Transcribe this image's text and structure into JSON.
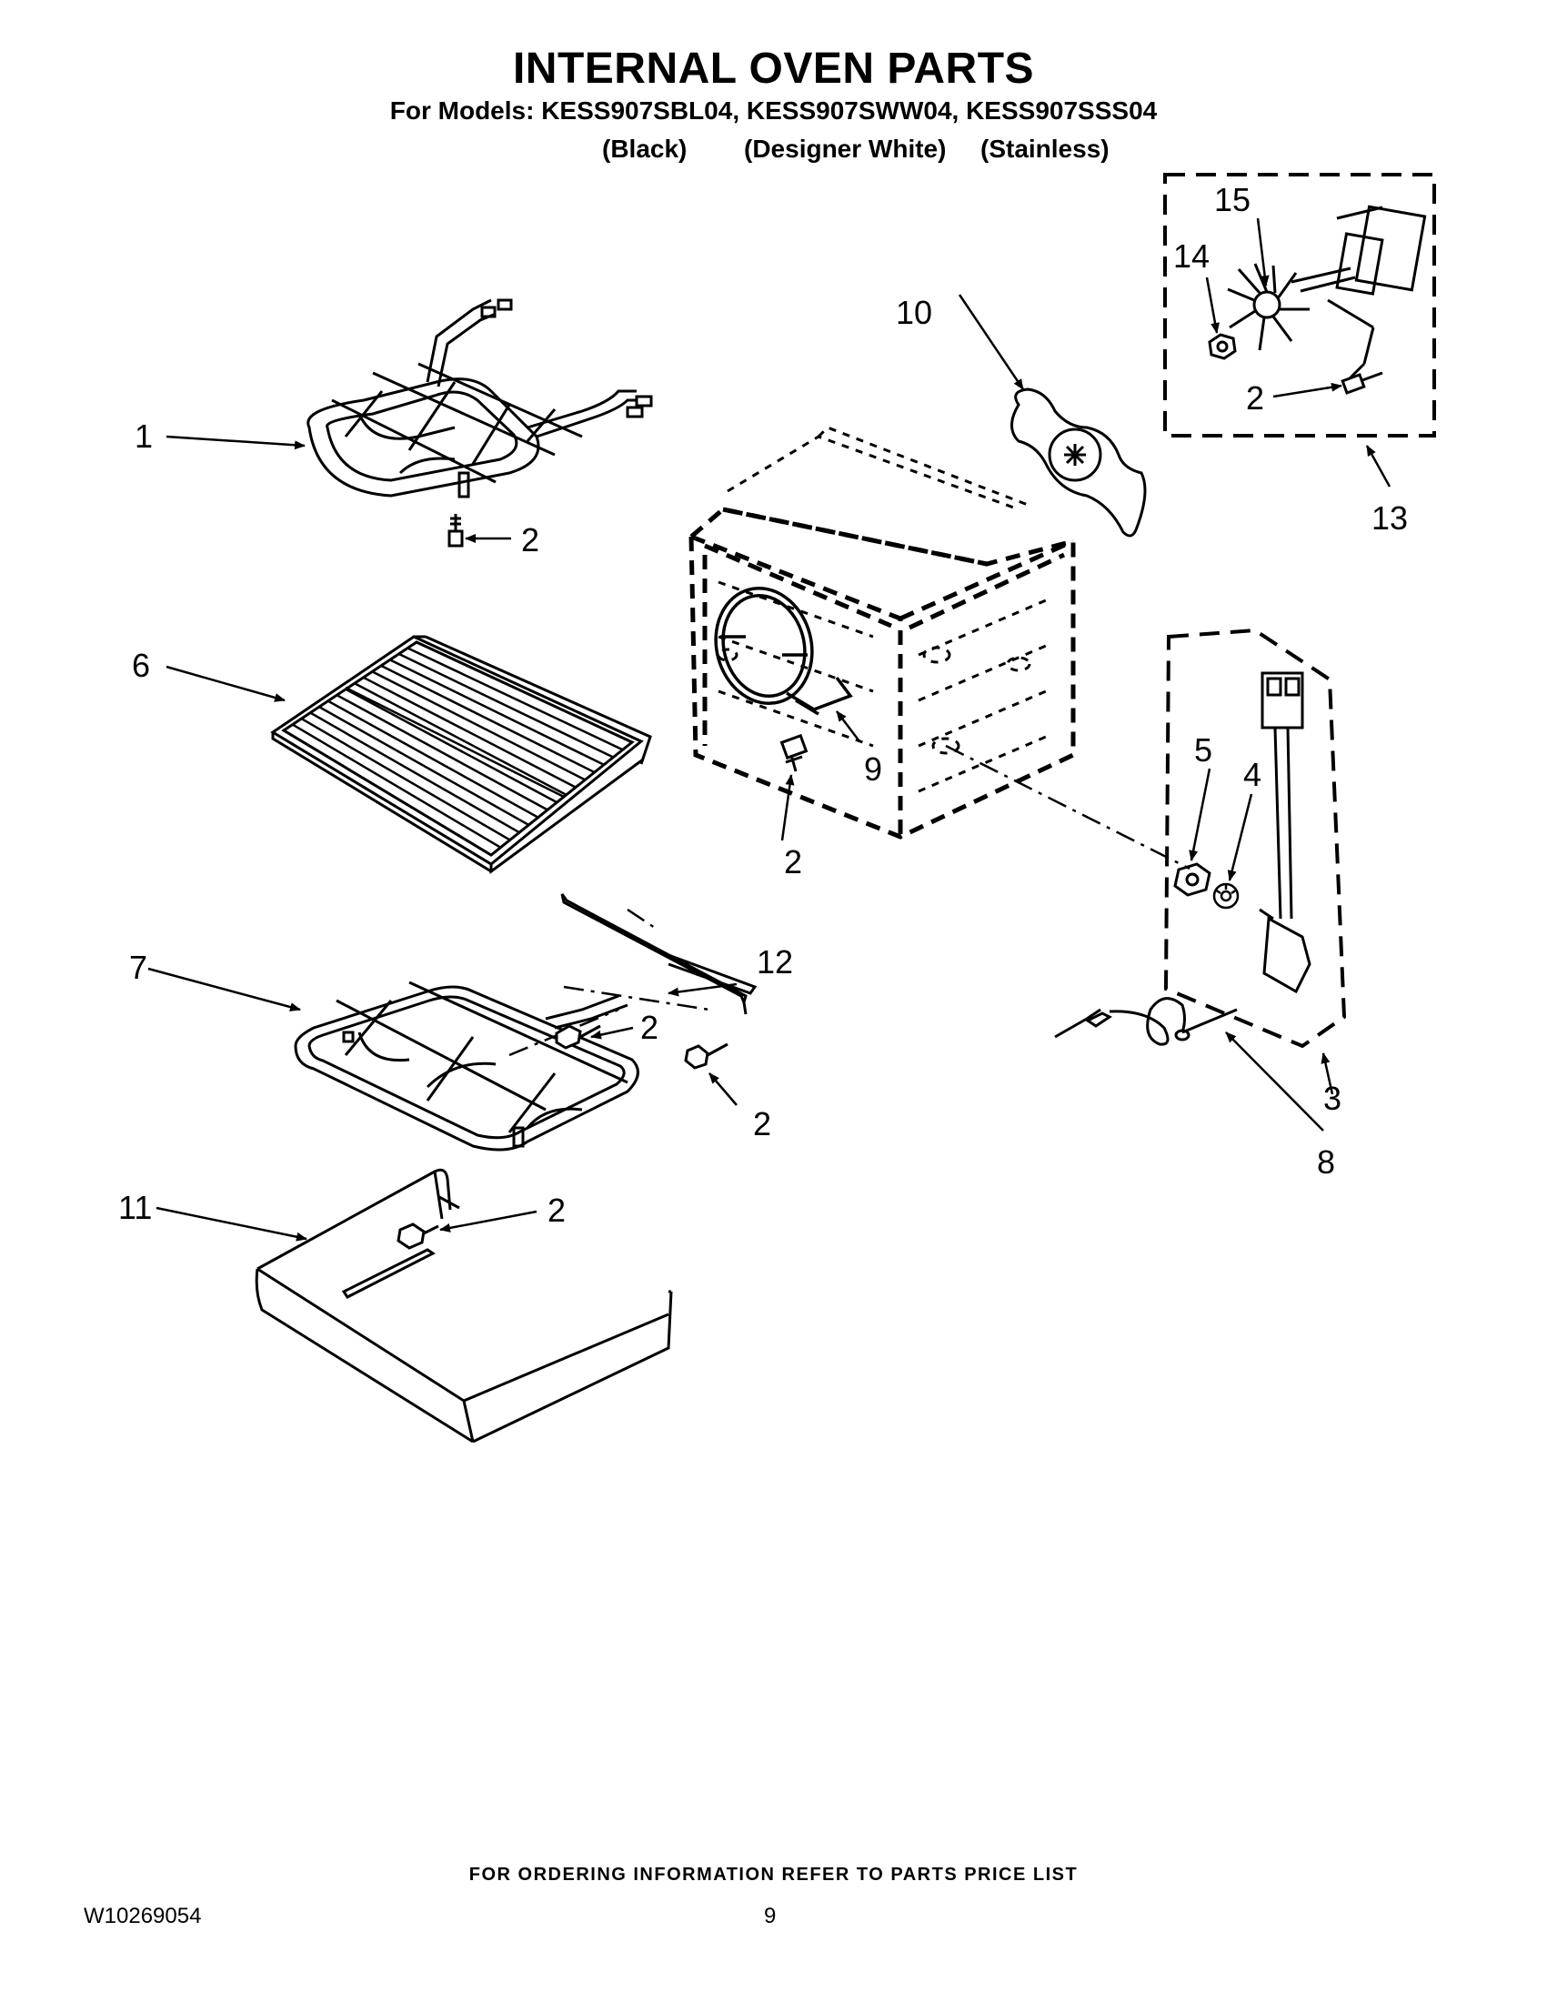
{
  "header": {
    "title": "INTERNAL OVEN PARTS",
    "models_line": "For Models: KESS907SBL04, KESS907SWW04, KESS907SSS04",
    "variants": [
      "(Black)",
      "(Designer White)",
      "(Stainless)"
    ]
  },
  "callouts": [
    "1",
    "2",
    "2",
    "2",
    "2",
    "2",
    "2",
    "3",
    "4",
    "5",
    "6",
    "7",
    "8",
    "9",
    "10",
    "11",
    "12",
    "13",
    "14",
    "15"
  ],
  "footer": {
    "ordering_note": "FOR ORDERING INFORMATION REFER TO PARTS PRICE LIST",
    "document_number": "W10269054",
    "page_number": "9"
  }
}
